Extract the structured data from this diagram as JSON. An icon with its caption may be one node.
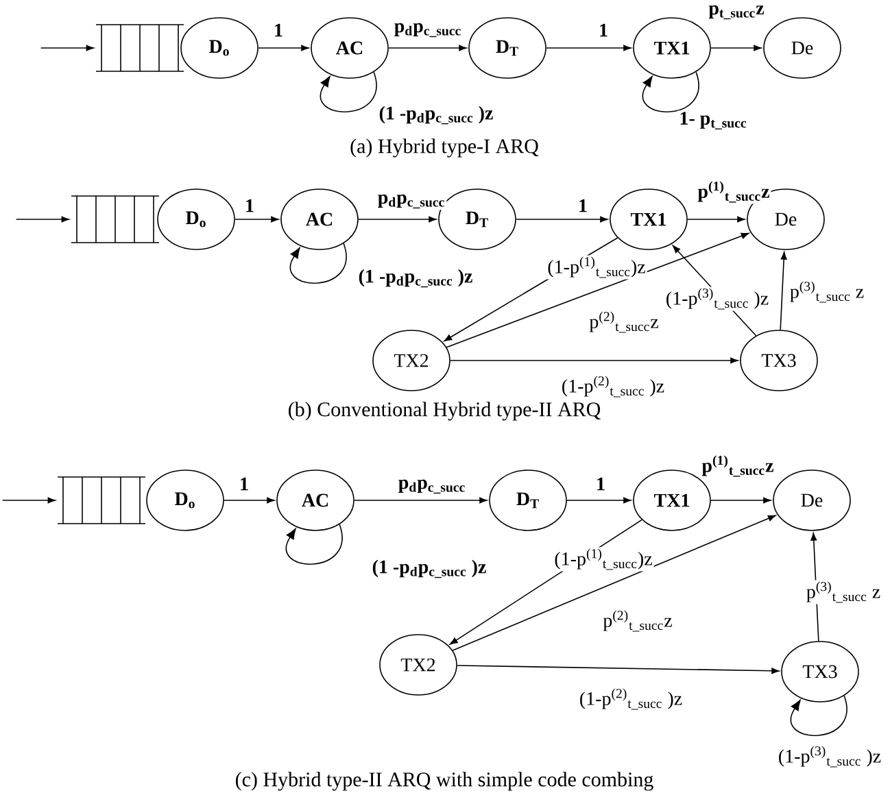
{
  "diagram": {
    "nodes": [
      {
        "text": [],
        "shape": "box"
      },
      {
        "text": [
          "D$_{o}$"
        ]
      },
      {
        "text": [
          "AC"
        ]
      },
      {
        "text": [
          "D$_{T}$"
        ]
      },
      {
        "text": [
          "TX1"
        ]
      },
      {
        "text": [
          "De"
        ]
      },
      {
        "text": [],
        "shape": "box"
      },
      {
        "text": [
          "D$_{o}$"
        ]
      },
      {
        "text": [
          "AC"
        ]
      },
      {
        "text": [
          "D$_{T}$"
        ]
      },
      {
        "text": [
          "TX1"
        ]
      },
      {
        "text": [
          "De"
        ]
      },
      {
        "text": [
          "TX2"
        ]
      },
      {
        "text": [
          "TX3"
        ]
      },
      {
        "text": [],
        "shape": "box"
      },
      {
        "text": [
          "D$_{o}$"
        ]
      },
      {
        "text": [
          "AC"
        ]
      },
      {
        "text": [
          "D$_{T}$"
        ]
      },
      {
        "text": [
          "TX1"
        ]
      },
      {
        "text": [
          "De"
        ]
      },
      {
        "text": [
          "TX2"
        ]
      },
      {
        "text": [
          "TX3"
        ]
      }
    ],
    "edges": [
      {
        "from": null,
        "to": 0,
        "arrow": "to"
      },
      {
        "from": 1,
        "to": 2,
        "arrow": "to",
        "label": "1"
      },
      {
        "from": 2,
        "to": 2,
        "arrow": "to",
        "label": "(1 -p$_{d}$p$_{c_succ}$ )z"
      },
      {
        "from": 2,
        "to": 3,
        "arrow": "to",
        "label": "p$_{d}$p$_{c_succ}$"
      },
      {
        "from": 3,
        "to": 4,
        "arrow": "to",
        "label": "1"
      },
      {
        "from": 4,
        "to": 4,
        "arrow": "to",
        "label": "1- p$_{t_succ}$"
      },
      {
        "from": 4,
        "to": 5,
        "arrow": "to",
        "label": "p$_{t_succ}$z"
      },
      {
        "from": null,
        "to": 6,
        "arrow": "to"
      },
      {
        "from": 7,
        "to": 8,
        "arrow": "to",
        "label": "1"
      },
      {
        "from": 8,
        "to": 8,
        "arrow": "to",
        "label": "(1 -p$_{d}$p$_{c_succ}$ )z"
      },
      {
        "from": 8,
        "to": 9,
        "arrow": "to",
        "label": "p$_{d}$p$_{c_succ}$"
      },
      {
        "from": 9,
        "to": 10,
        "arrow": "to",
        "label": "1"
      },
      {
        "from": 10,
        "to": 11,
        "arrow": "to",
        "label": "p$^{(1)}$$_{t_succ}$z"
      },
      {
        "from": 10,
        "to": 12,
        "arrow": "to",
        "label": "(1-p$^{(1)}$$_{t_succ}$)z"
      },
      {
        "from": 12,
        "to": 11,
        "arrow": "to",
        "label": "p$^{(2)}$$_{t_succ}$z"
      },
      {
        "from": 12,
        "to": 13,
        "arrow": "to",
        "label": "(1-p$^{(2)}$$_{t_succ}$ )z"
      },
      {
        "from": 13,
        "to": 10,
        "arrow": "to",
        "label": "(1-p$^{(3)}$$_{t_succ}$ )z"
      },
      {
        "from": 13,
        "to": 11,
        "arrow": "to",
        "label": "p$^{(3)}$$_{t_succ}$ z"
      },
      {
        "from": null,
        "to": 14,
        "arrow": "to"
      },
      {
        "from": 15,
        "to": 16,
        "arrow": "to",
        "label": "1"
      },
      {
        "from": 16,
        "to": 16,
        "arrow": "to",
        "label": "(1 -p$_{d}$p$_{c_succ}$ )z"
      },
      {
        "from": 16,
        "to": 17,
        "arrow": "to",
        "label": "p$_{d}$p$_{c_succ}$"
      },
      {
        "from": 17,
        "to": 18,
        "arrow": "to",
        "label": "1"
      },
      {
        "from": 18,
        "to": 19,
        "arrow": "to",
        "label": "p$^{(1)}$$_{t_succ}$z"
      },
      {
        "from": 18,
        "to": 20,
        "arrow": "to",
        "label": "(1-p$^{(1)}$$_{t_succ}$)z"
      },
      {
        "from": 20,
        "to": 19,
        "arrow": "to",
        "label": "p$^{(2)}$$_{t_succ}$z"
      },
      {
        "from": 20,
        "to": 21,
        "arrow": "to",
        "label": "(1-p$^{(2)}$$_{t_succ}$ )z"
      },
      {
        "from": 21,
        "to": 21,
        "arrow": "to",
        "label": "(1-p$^{(3)}$$_{t_succ}$ )z"
      },
      {
        "from": 21,
        "to": 19,
        "arrow": "to",
        "label": "p$^{(3)}$$_{t_succ}$ z"
      }
    ],
    "labels": [
      "(a) Hybrid type-I ARQ",
      "(b) Conventional Hybrid type-II ARQ",
      "(c) Hybrid type-II ARQ with simple code combing"
    ]
  }
}
